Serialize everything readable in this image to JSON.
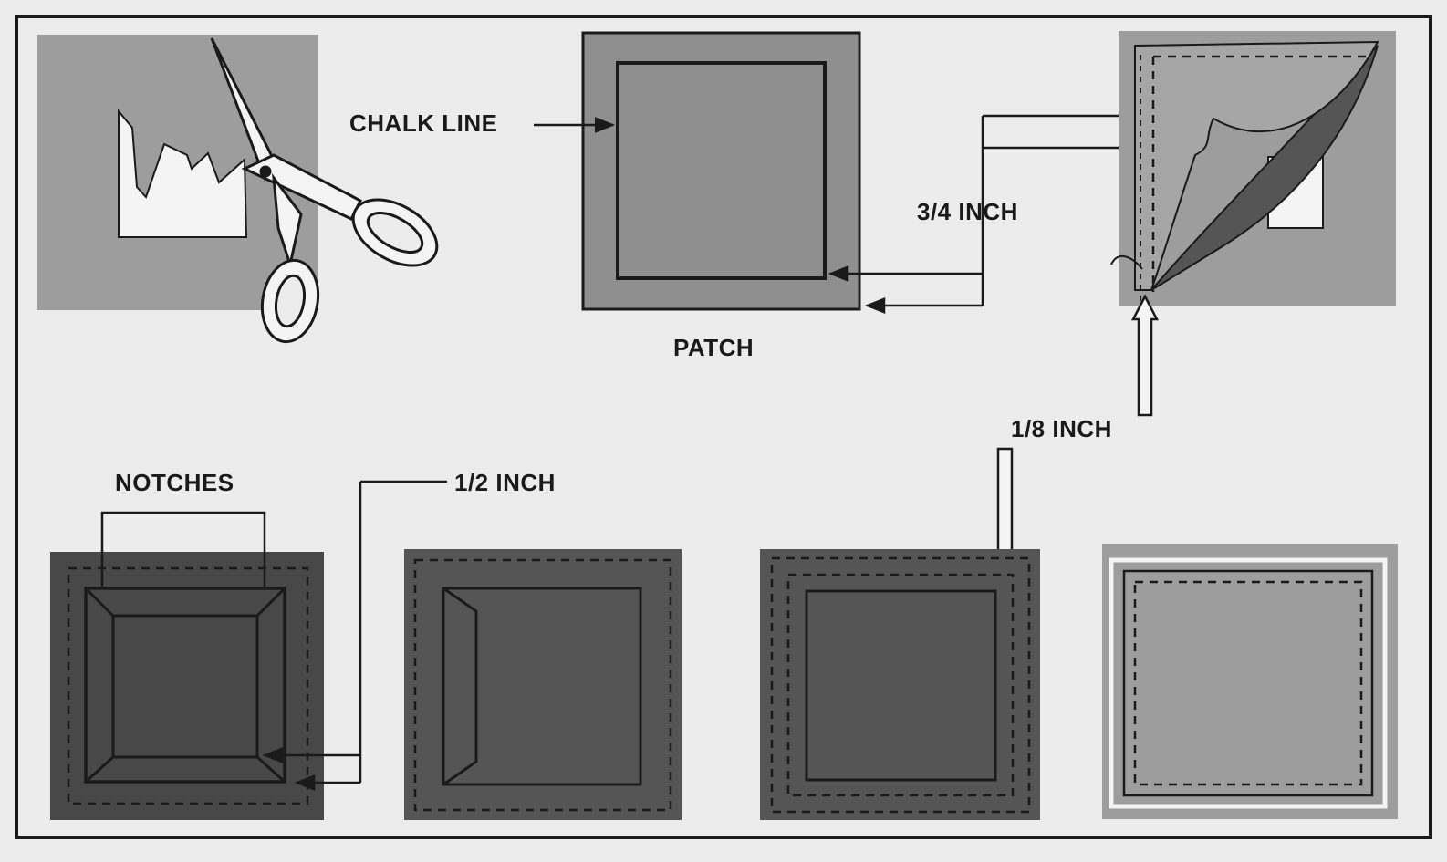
{
  "labels": {
    "chalk_line": "CHALK LINE",
    "patch": "PATCH",
    "three_quarter_inch": "3/4 INCH",
    "one_eighth_inch": "1/8 INCH",
    "notches": "NOTCHES",
    "one_half_inch": "1/2 INCH"
  },
  "colors": {
    "background": "#ececec",
    "line": "#1a1a1a",
    "light_gray": "#9d9d9d",
    "mid_gray": "#8f8f8f",
    "dark_gray": "#555555",
    "darker_gray": "#484848",
    "white": "#f4f4f4"
  },
  "icons": [
    "scissors-icon"
  ]
}
